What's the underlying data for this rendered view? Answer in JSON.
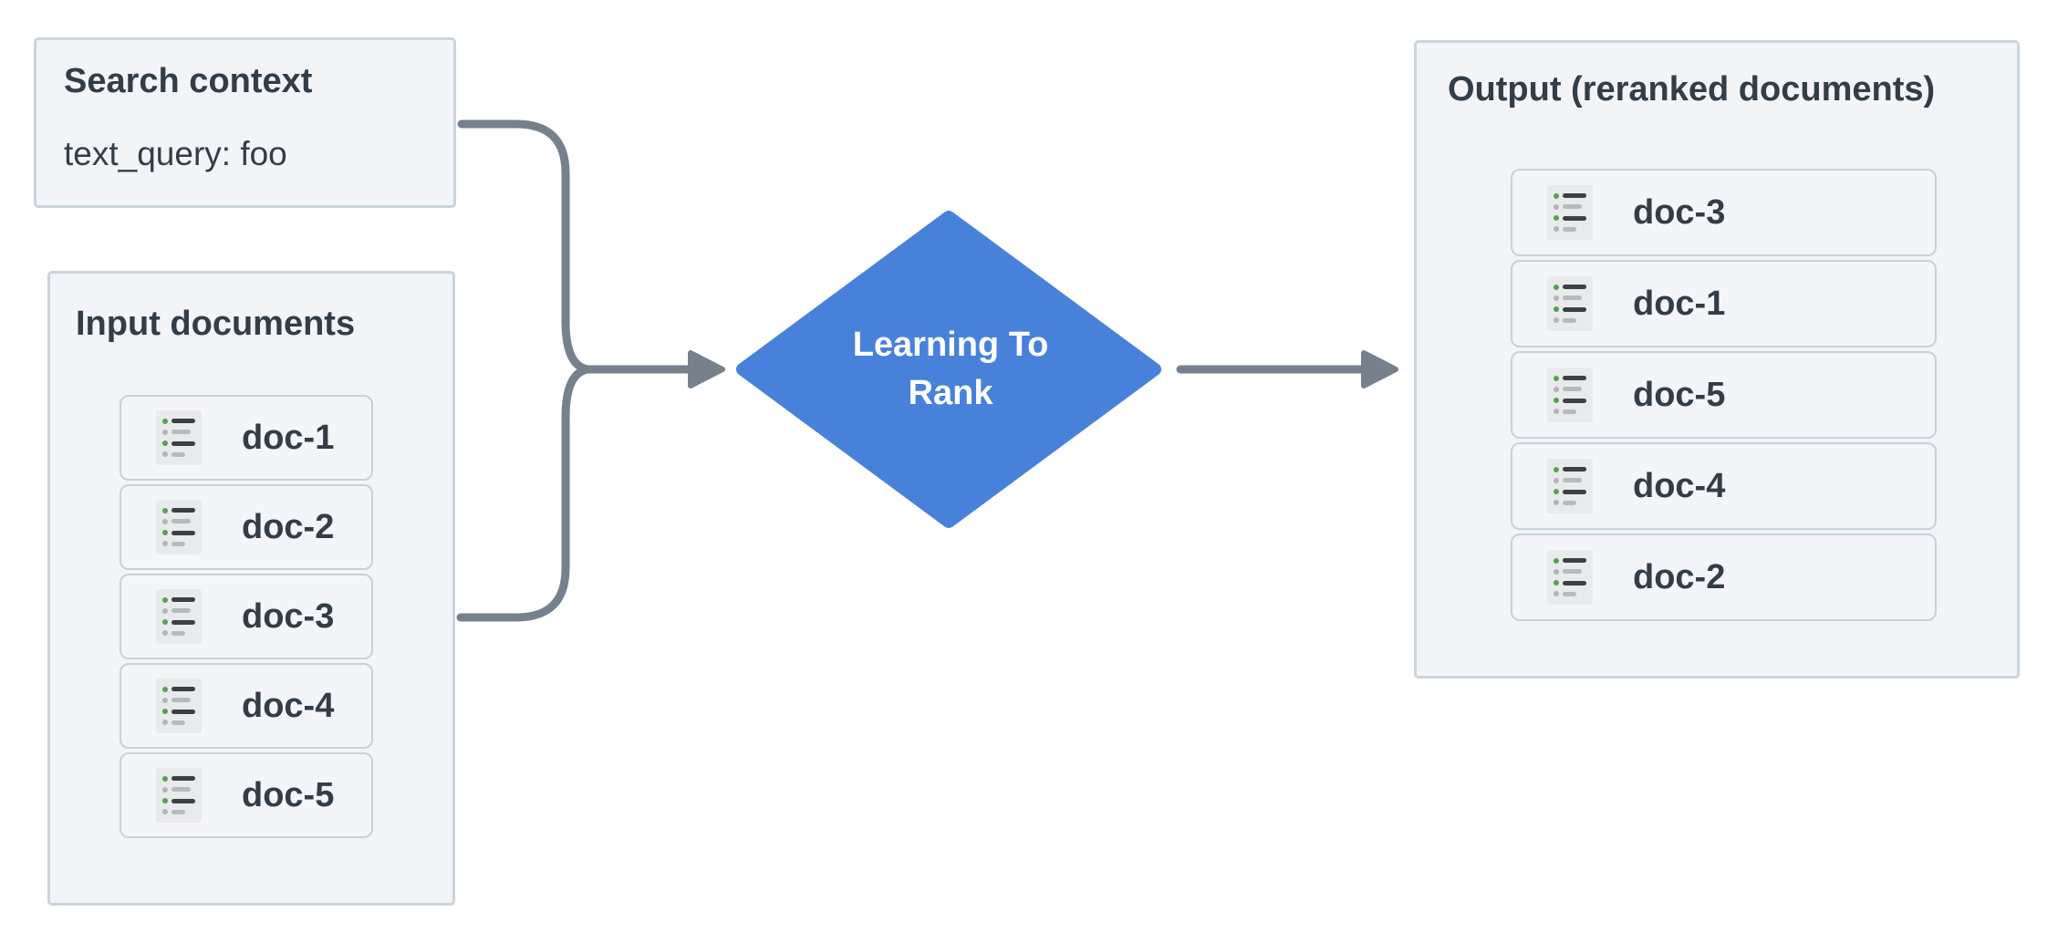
{
  "colors": {
    "accent": "#4781d9",
    "arrow": "#76818e",
    "panel-bg": "#f2f4f7",
    "panel-border": "#c9d4dd",
    "row-bg": "#f3f5f8",
    "row-border": "#c6d1da",
    "text": "#333d47",
    "icon-bg": "#e9eaeb",
    "icon-line-dark": "#3c4045",
    "icon-line-gray": "#b7babd",
    "dot-green": "#54a254",
    "dot-gray": "#b2b5b9"
  },
  "search_context": {
    "title": "Search context",
    "query_text": "text_query: foo"
  },
  "input_documents": {
    "title": "Input documents",
    "items": [
      "doc-1",
      "doc-2",
      "doc-3",
      "doc-4",
      "doc-5"
    ]
  },
  "ranker": {
    "line1": "Learning To",
    "line2": "Rank"
  },
  "output": {
    "title": "Output (reranked documents)",
    "items": [
      "doc-3",
      "doc-1",
      "doc-5",
      "doc-4",
      "doc-2"
    ]
  }
}
